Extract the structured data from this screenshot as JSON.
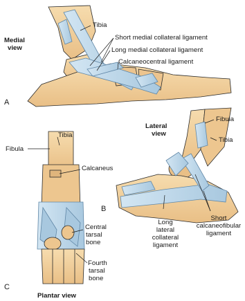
{
  "panel_a": {
    "letter": "A",
    "view": [
      "Medial",
      "view"
    ],
    "labels": {
      "tibia": "Tibia",
      "short_medial": "Short medial collateral ligament",
      "long_medial": "Long medial collateral ligament",
      "calcaneocentral": "Calcaneocentral ligament"
    }
  },
  "panel_b": {
    "letter": "B",
    "view": [
      "Lateral",
      "view"
    ],
    "labels": {
      "fibula": "Fibula",
      "tibia": "Tibia",
      "long_lateral": [
        "Long",
        "lateral",
        "collateral",
        "ligament"
      ],
      "short_calcaneofibular": [
        "Short",
        "calcaneofibular",
        "ligament"
      ]
    }
  },
  "panel_c": {
    "letter": "C",
    "view": "Plantar view",
    "labels": {
      "tibia": "Tibia",
      "fibula": "Fibula",
      "calcaneus": "Calcaneus",
      "central_tarsal": [
        "Central",
        "tarsal",
        "bone"
      ],
      "fourth_tarsal": [
        "Fourth",
        "tarsal",
        "bone"
      ]
    }
  },
  "colors": {
    "bone": "#f2d3a2",
    "bone_shade": "#e3b77f",
    "ligament": "#bcd7ea",
    "ligament_edge": "#5f86a6",
    "outline": "#2a2a2a"
  }
}
